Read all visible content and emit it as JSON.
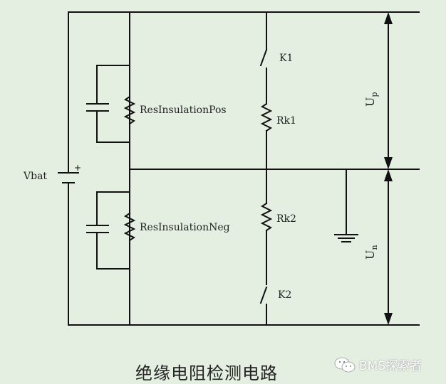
{
  "labels": {
    "vbat": "Vbat",
    "res_pos": "ResInsulationPos",
    "res_neg": "ResInsulationNeg",
    "k1": "K1",
    "rk1": "Rk1",
    "rk2": "Rk2",
    "k2": "K2",
    "up_main": "U",
    "up_sub": "p",
    "un_main": "U",
    "un_sub": "n"
  },
  "caption": "绝缘电阻检测电路",
  "watermark": {
    "text": "BMS探索者",
    "icon": "wechat-icon"
  },
  "colors": {
    "background": "#e4efe1",
    "line": "#111111"
  }
}
